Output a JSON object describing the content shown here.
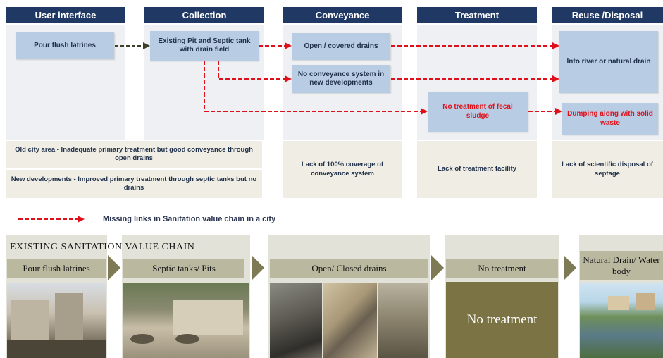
{
  "top": {
    "headers": [
      "User interface",
      "Collection",
      "Conveyance",
      "Treatment",
      "Reuse /Disposal"
    ],
    "boxes": {
      "pour_flush": "Pour flush latrines",
      "existing_pit": "Existing Pit  and Septic tank with drain field",
      "open_drains": "Open / covered drains",
      "no_conveyance": "No conveyance system in new developments",
      "no_treatment": "No treatment of fecal sludge",
      "into_river": "Into river or natural drain",
      "dumping": "Dumping along  with solid waste"
    },
    "notes": {
      "old_city": "Old city area - Inadequate primary treatment but good conveyance through open drains",
      "new_dev": "New developments - Improved primary treatment through septic tanks but no drains",
      "conveyance_gap": "Lack of 100% coverage of conveyance system",
      "treatment_gap": "Lack of treatment facility",
      "disposal_gap": "Lack of scientific disposal of septage"
    },
    "legend": "Missing links in Sanitation value chain in a city",
    "colors": {
      "header": "#1f3864",
      "box": "#b8cce4",
      "missing_link": "#e0101a"
    }
  },
  "bottom": {
    "title": "EXISTING SANITATION VALUE CHAIN",
    "stages": [
      "Pour flush latrines",
      "Septic tanks/ Pits",
      "Open/ Closed drains",
      "No treatment",
      "Natural Drain/ Water body"
    ],
    "no_treatment_panel": "No treatment"
  }
}
